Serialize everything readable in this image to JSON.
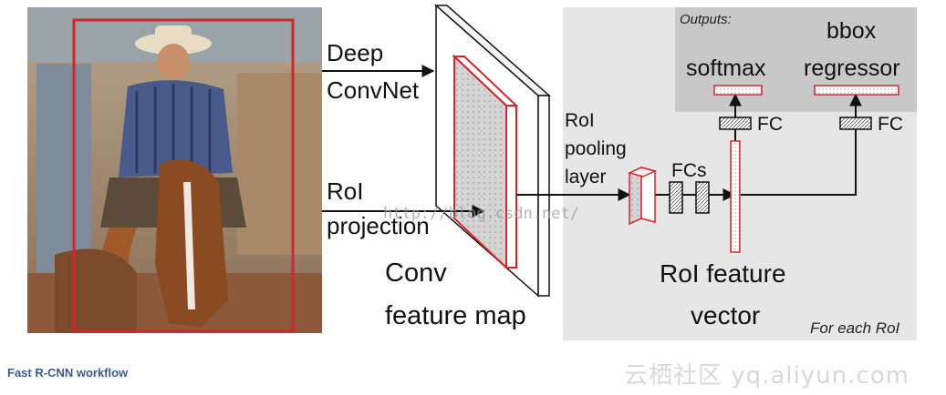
{
  "labels": {
    "deep_convnet_1": "Deep",
    "deep_convnet_2": "ConvNet",
    "roi_projection_1": "RoI",
    "roi_projection_2": "projection",
    "conv_feature_map_1": "Conv",
    "conv_feature_map_2": "feature map",
    "roi_pooling_1": "RoI",
    "roi_pooling_2": "pooling",
    "roi_pooling_3": "layer",
    "fcs": "FCs",
    "fc_left": "FC",
    "fc_right": "FC",
    "outputs": "Outputs:",
    "softmax": "softmax",
    "bbox_1": "bbox",
    "bbox_2": "regressor",
    "roi_feature_vector_1": "RoI feature",
    "roi_feature_vector_2": "vector",
    "for_each_roi": "For each RoI"
  },
  "watermarks": {
    "center": "http://blog.csdn.net/",
    "right": "云栖社区 yq.aliyun.com"
  },
  "caption": "Fast R-CNN workflow",
  "colors": {
    "accent_red": "#d0262f",
    "panel_gray": "#e6e6e6",
    "output_gray": "#c8c8c8",
    "caption_blue": "#3a5a8c"
  }
}
